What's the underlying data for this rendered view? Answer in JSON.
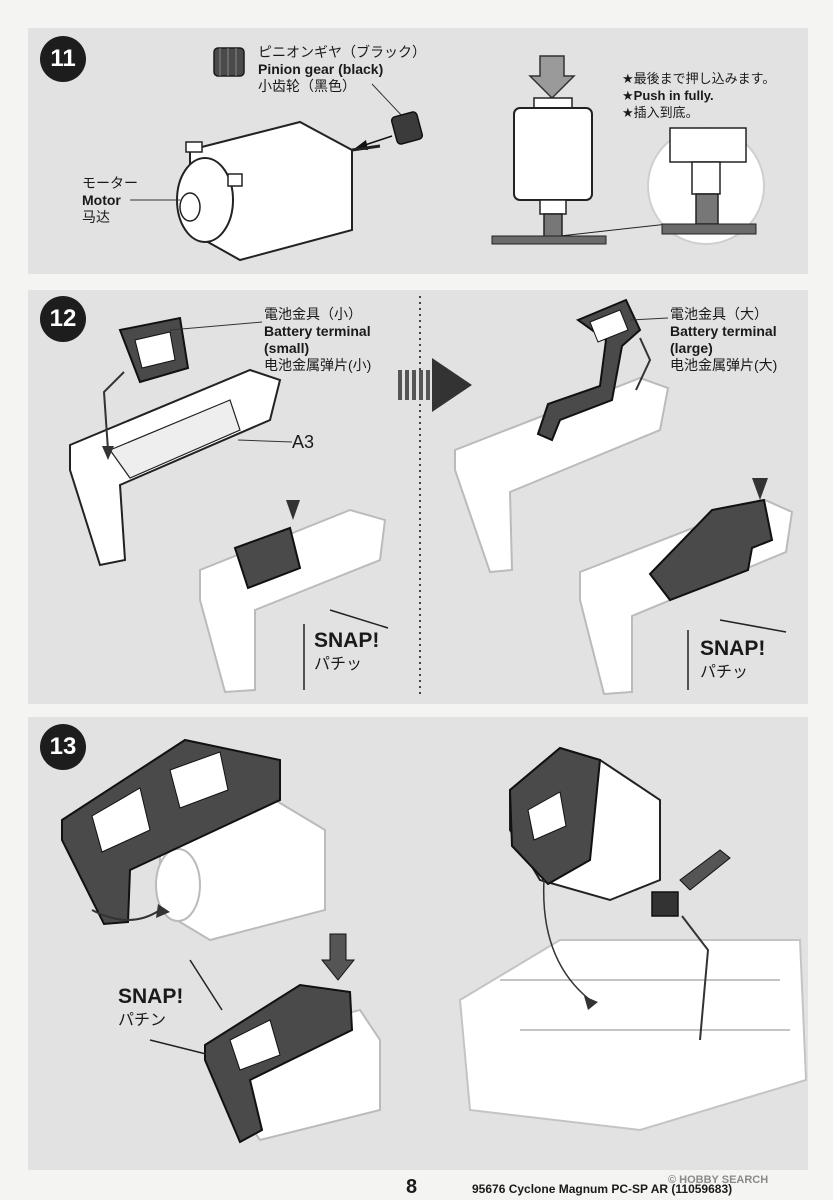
{
  "steps": [
    {
      "number": "11",
      "labels": {
        "pinion": {
          "jp": "ピニオンギヤ（ブラック）",
          "en": "Pinion gear (black)",
          "cn": "小齿轮（黑色）"
        },
        "motor": {
          "jp": "モーター",
          "en": "Motor",
          "cn": "马达"
        }
      },
      "notes": {
        "jp": "★最後まで押し込みます。",
        "en": "★Push in fully.",
        "cn": "★插入到底。"
      }
    },
    {
      "number": "12",
      "labels": {
        "terminal_small": {
          "jp": "電池金具（小）",
          "en1": "Battery terminal",
          "en2": "(small)",
          "cn": "电池金属弹片(小)"
        },
        "terminal_large": {
          "jp": "電池金具（大）",
          "en1": "Battery terminal",
          "en2": "(large)",
          "cn": "电池金属弹片(大)"
        },
        "part": "A3"
      },
      "snap_left": {
        "en": "SNAP!",
        "kana": "パチッ"
      },
      "snap_right": {
        "en": "SNAP!",
        "kana": "パチッ"
      }
    },
    {
      "number": "13",
      "snap": {
        "en": "SNAP!",
        "kana": "パチン"
      }
    }
  ],
  "footer": {
    "page": "8",
    "code": "95676 Cyclone Magnum PC-SP AR  (11059683)",
    "watermark": "© HOBBY SEARCH"
  },
  "colors": {
    "panel": "#e2e2e2",
    "dark_part": "#4a4a4a",
    "badge": "#1d1d1d"
  }
}
